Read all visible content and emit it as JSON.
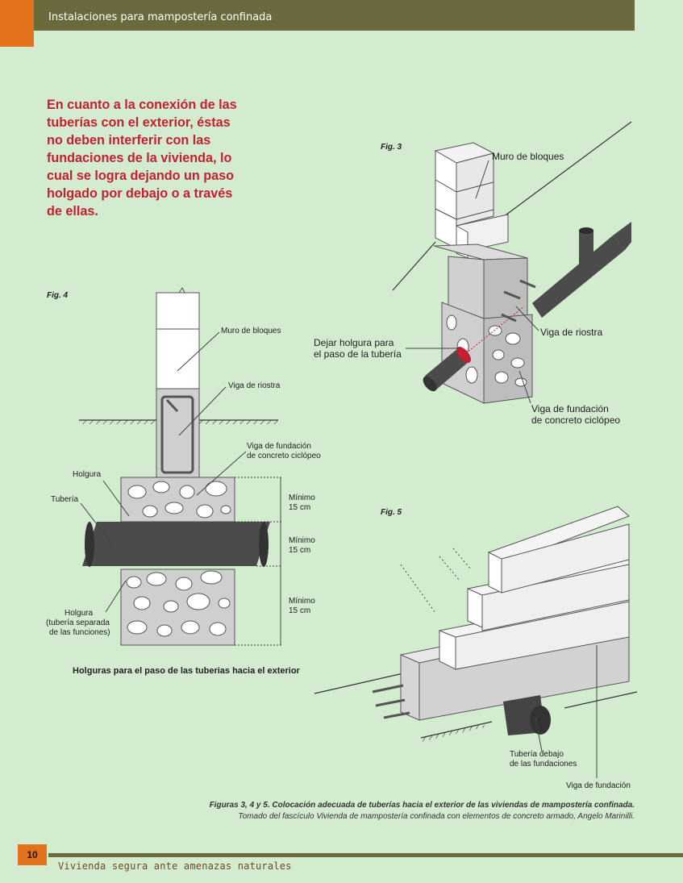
{
  "header": {
    "title": "Instalaciones para mampostería confinada"
  },
  "intro": {
    "text": "En cuanto a la conexión de las tuberías con el exterior, éstas no deben interferir con las fundaciones de la vivienda, lo cual se logra dejando un paso holgado por debajo o a través de ellas."
  },
  "fig3": {
    "label": "Fig. 3",
    "muro": "Muro de bloques",
    "holgura_1": "Dejar holgura para",
    "holgura_2": "el paso de la tubería",
    "riostra": "Viga de riostra",
    "fundacion_1": "Viga de fundación",
    "fundacion_2": "de concreto ciclópeo"
  },
  "fig4": {
    "label": "Fig. 4",
    "muro": "Muro de bloques",
    "riostra": "Viga de riostra",
    "fundacion_1": "Viga de fundación",
    "fundacion_2": "de concreto ciclópeo",
    "holgura": "Holgura",
    "tuberia": "Tubería",
    "min1_a": "Mínimo",
    "min1_b": "15 cm",
    "min2_a": "Mínimo",
    "min2_b": "15 cm",
    "min3_a": "Mínimo",
    "min3_b": "15 cm",
    "holgura2_1": "Holgura",
    "holgura2_2": "(tubería separada",
    "holgura2_3": "de las funciones)",
    "caption": "Holguras para el paso de las tuberias hacia el exterior"
  },
  "fig5": {
    "label": "Fig. 5",
    "tuberia_1": "Tubería debajo",
    "tuberia_2": "de las fundaciones",
    "viga": "Viga de fundación"
  },
  "caption": {
    "main": "Figuras 3, 4 y 5. Colocación adecuada de tuberías hacia el exterior de las viviendas de mampostería confinada.",
    "sub": "Tomado del fascículo Vivienda de mampostería confinada con elementos de concreto armado, Angelo Marinilli."
  },
  "footer": {
    "page": "10",
    "title": "Vivienda segura ante amenazas naturales"
  },
  "colors": {
    "accent_red": "#c32032",
    "olive": "#6b6a3c",
    "orange": "#e2721c",
    "background": "#d3ecd0"
  }
}
